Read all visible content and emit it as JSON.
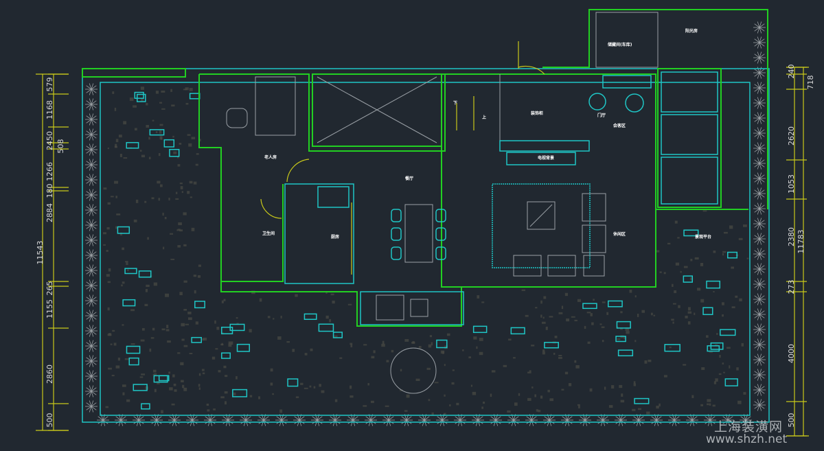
{
  "drawing": {
    "left_dimensions": {
      "total": "11543",
      "segments": [
        "579",
        "1168",
        "2450",
        "508",
        "1266",
        "180",
        "2884",
        "265",
        "1155",
        "2860",
        "500"
      ]
    },
    "right_dimensions": {
      "total": "11783",
      "segments": [
        "240",
        "718",
        "2620",
        "1053",
        "2380",
        "273",
        "4000",
        "500"
      ]
    },
    "rooms": {
      "elderly_room": "老人房",
      "bathroom": "卫生间",
      "kitchen": "厨房",
      "dining": "餐厅",
      "living": "休闲区",
      "terrace": "景观平台",
      "foyer": "门厅",
      "lounge": "会客区",
      "storage": "储藏间(车库)",
      "garden_room": "阳光房",
      "stair_up": "上",
      "stair_down": "下",
      "tv_wall": "电视背景",
      "cabinet": "装饰柜"
    },
    "colors": {
      "wall": "#22d022",
      "furniture": "#1fc6c6",
      "dimension": "#c9c91a",
      "background": "#212830"
    }
  },
  "watermark": {
    "cn": "上海装潢网",
    "url": "www.shzh.net"
  }
}
